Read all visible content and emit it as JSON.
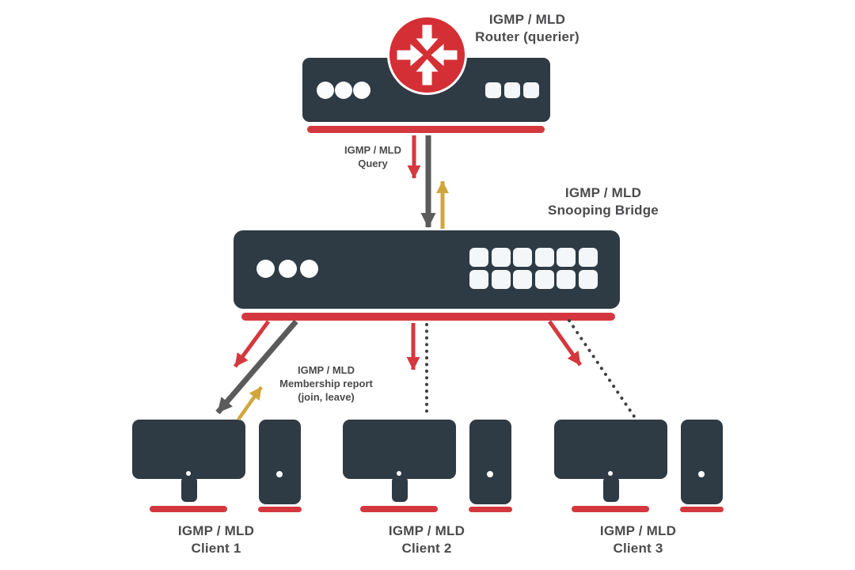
{
  "colors": {
    "bg": "#FFFFFF",
    "dark": "#2E3A44",
    "red": "#D4383E",
    "circlered": "#D42F35",
    "yellow": "#D0A63C",
    "gray": "#5B5B5B",
    "dot": "#3F3F3F",
    "text": "#4B4B4D"
  },
  "router": {
    "label": "IGMP / MLD\nRouter (querier)",
    "icon": "inward-arrows-router-icon"
  },
  "bridge": {
    "label": "IGMP / MLD\nSnooping Bridge"
  },
  "flows": {
    "query": {
      "label": "IGMP / MLD\nQuery",
      "direction": "router-to-bridge"
    },
    "membership": {
      "label": "IGMP / MLD\nMembership report\n(join, leave)",
      "direction": "client-to-router"
    }
  },
  "clients": [
    {
      "label": "IGMP / MLD\nClient 1"
    },
    {
      "label": "IGMP / MLD\nClient 2"
    },
    {
      "label": "IGMP / MLD\nClient 3"
    }
  ],
  "icons": {
    "router": "inward-arrows-router-icon",
    "led": "led-dot-icon",
    "port": "port-square-icon",
    "monitor": "desktop-monitor-icon",
    "tower": "computer-tower-icon",
    "query_arrows": "red-down-arrow, gray-down-arrow, yellow-up-arrow",
    "snoop_links": "dotted-line"
  }
}
